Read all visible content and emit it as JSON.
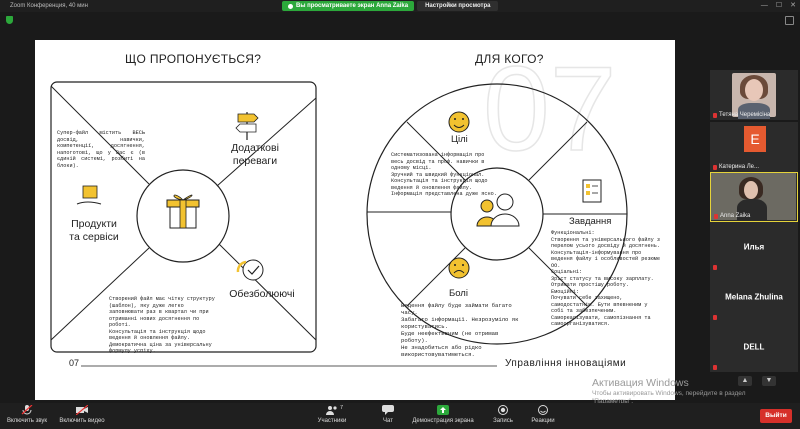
{
  "window": {
    "title": "Zoom Конференция, 40 мин",
    "share_banner": "Вы просматриваете экран Anna Zaika",
    "view_options": "Настройки просмотра",
    "controls": [
      "—",
      "☐",
      "✕"
    ]
  },
  "slide": {
    "left_heading": "ЩО ПРОПОНУЄТЬСЯ?",
    "right_heading": "ДЛЯ КОГО?",
    "big_number": "07",
    "page_number": "07",
    "footer": "Управління інноваціями",
    "left": {
      "superfile": "Супер-файл містить ВЕСЬ досвід, навички, компетенції, досягнення, напоготові, що у Вас є (в єдиній системі, розбиті на блоки).",
      "additional": "Додаткові\nпереваги",
      "products": "Продукти\nта сервіси",
      "painkillers": "Обезболюючі",
      "created": "Створений файл має чітку структуру (шаблон), яку дуже легко заповнювати раз в квартал чи при отриманні нових досягнення по роботі.\nКонсультація та інструкція щодо ведення й оновлення файлу.\nДемократична ціна за універсальну формулу успіху."
    },
    "right": {
      "goals": "Цілі",
      "tasks": "Завдання",
      "pains": "Болі",
      "goals_text": "Систематизована інформація про весь досвід та проф. навички в одному місці.\nЗручний та швидкий функціонал.\nКонсультація та інструкція щодо ведення й оновлення файлу.\nІнформація представлена дуже ясно.",
      "tasks_text": "Функціональні:\nСтворення та універсального файлу з перелом усього досвіду й досягнень. Консультація-інформування про ведення файлу і особливостей резюме ОО.\nСоціальні:\nЗріст статусу та високу зарплату. Отримати простішу роботу.\nЕмоційні:\nПочувати себе захищено, самодостатнім. Бути впевненим у собі та забезпеченим. Самореалізувати, самопізнання та самоорганізуватися.",
      "pains_text": "Ведення файлу буде займати багато часу.\nЗабагато інформації. Незрозуміло як користуватись.\nБуде неефективним (не отримав роботу).\nНе знадобиться або рідко використовуватиметься."
    }
  },
  "participants": [
    {
      "name": "Тетяна Черемісіна",
      "muted": true,
      "type": "video"
    },
    {
      "name": "Катерина Ле...",
      "initial": "E",
      "muted": true,
      "type": "avatar"
    },
    {
      "name": "Anna Zaika",
      "muted": true,
      "type": "video",
      "active": true
    },
    {
      "name": "Илья",
      "muted": true,
      "type": "name"
    },
    {
      "name": "Melana Zhulina",
      "muted": true,
      "type": "name"
    },
    {
      "name": "DELL",
      "muted": true,
      "type": "name"
    }
  ],
  "pager": {
    "up": "▲",
    "down": "▼"
  },
  "watermark": {
    "line1": "Активация Windows",
    "line2": "Чтобы активировать Windows, перейдите в раздел",
    "line3": "\"Параметры\"."
  },
  "toolbar": {
    "mute": "Включить звук",
    "video": "Включить видео",
    "participants": "Участники",
    "participants_count": "7",
    "chat": "Чат",
    "share": "Демонстрация экрана",
    "record": "Запись",
    "reactions": "Реакции",
    "leave": "Выйти"
  },
  "colors": {
    "accent": "#f2c230",
    "share_green": "#2ca83b",
    "leave_red": "#d6302a"
  }
}
